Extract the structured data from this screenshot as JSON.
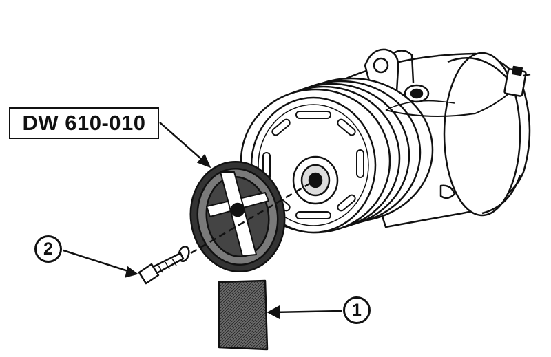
{
  "diagram": {
    "tool_label": "DW 610-010",
    "callouts": [
      {
        "number": "1",
        "part": "holding-tool-handle"
      },
      {
        "number": "2",
        "part": "bolt"
      }
    ],
    "colors": {
      "ink": "#111111",
      "paper": "#ffffff",
      "tool-fill": "#5c5c5c"
    }
  }
}
